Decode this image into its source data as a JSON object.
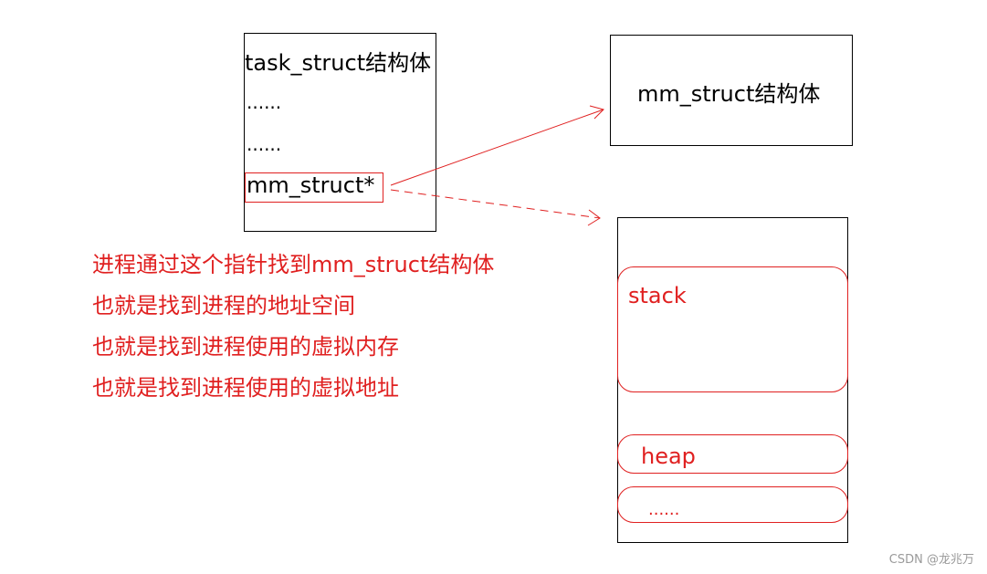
{
  "task_box": {
    "title": "task_struct结构体",
    "dots1": "......",
    "dots2": "......",
    "pointer_field": "mm_struct*"
  },
  "mm_box": {
    "label": "mm_struct结构体"
  },
  "memory_box": {
    "stack_label": "stack",
    "heap_label": "heap",
    "dots": "......"
  },
  "notes": [
    "进程通过这个指针找到mm_struct结构体",
    "也就是找到进程的地址空间",
    "也就是找到进程使用的虚拟内存",
    "也就是找到进程使用的虚拟地址"
  ],
  "watermark": "CSDN @龙兆万",
  "colors": {
    "annotation": "#e02020",
    "outline": "#000000"
  }
}
